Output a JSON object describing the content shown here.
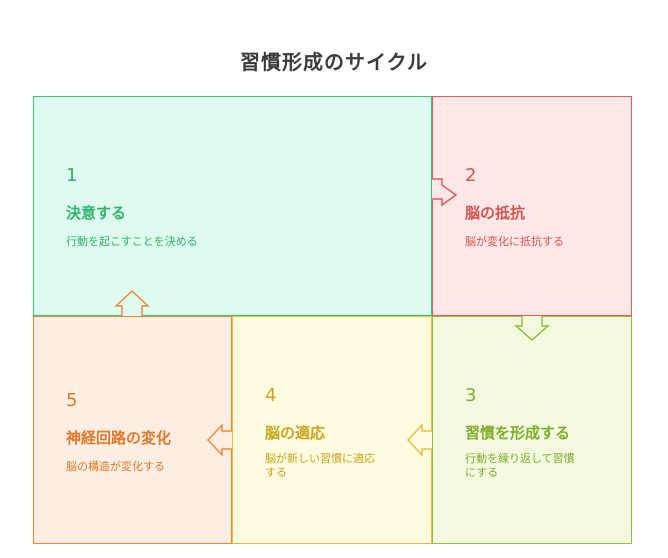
{
  "title": "習慣形成のサイクル",
  "steps": [
    {
      "num": "1",
      "head": "決意する",
      "desc": "行動を起こすことを決める"
    },
    {
      "num": "2",
      "head": "脳の抵抗",
      "desc": "脳が変化に抵抗する"
    },
    {
      "num": "3",
      "head": "習慣を形成する",
      "desc_lines": [
        "行動を繰り返して習慣",
        "にする"
      ]
    },
    {
      "num": "4",
      "head": "脳の適応",
      "desc_lines": [
        "脳が新しい習慣に適応",
        "する"
      ]
    },
    {
      "num": "5",
      "head": "神経回路の変化",
      "desc": "脳の構造が変化する"
    }
  ],
  "colors": {
    "green": "#34c77b",
    "red": "#e25d5d",
    "lime": "#93c23a",
    "yellow": "#e0c43b",
    "orange": "#ec8a3a"
  },
  "icons": [
    "arrow-right-icon",
    "arrow-down-icon",
    "arrow-left-icon",
    "arrow-left-icon",
    "arrow-up-icon"
  ]
}
